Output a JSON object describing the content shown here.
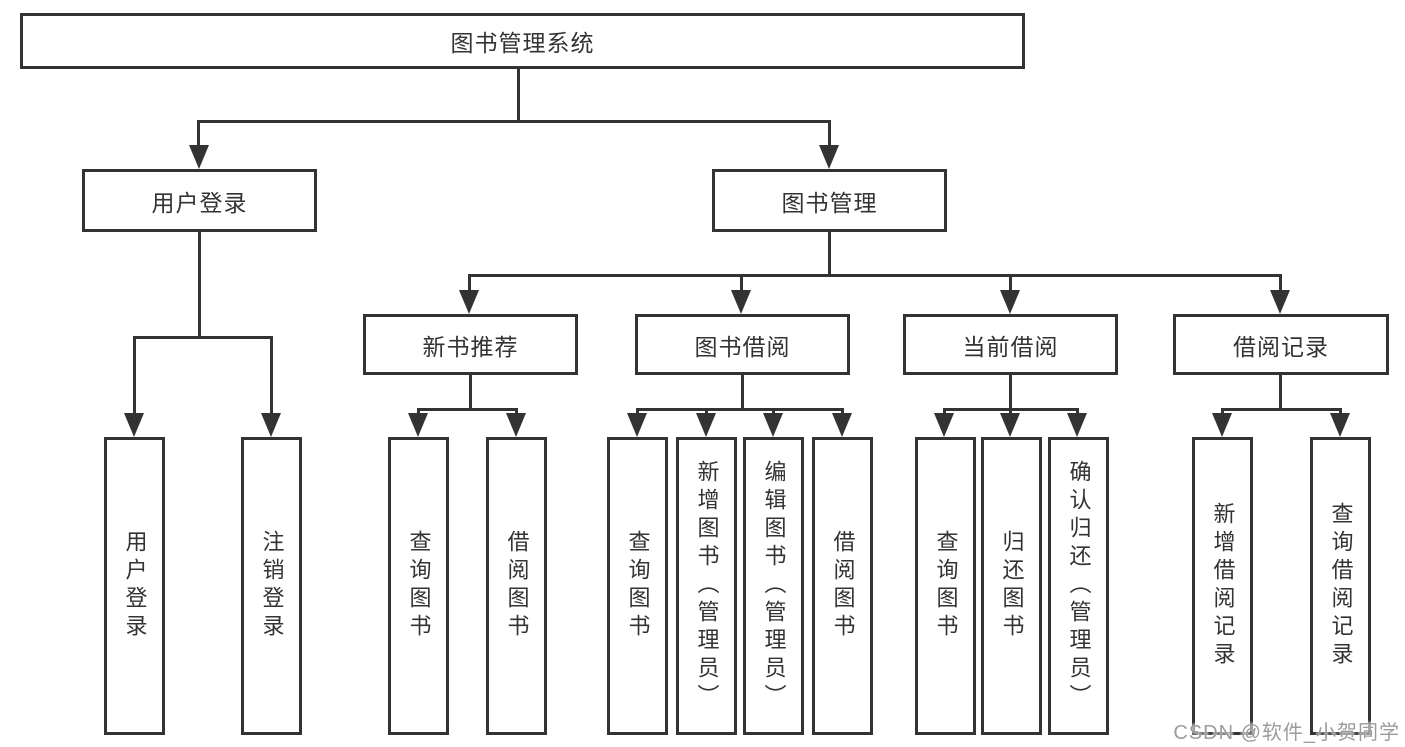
{
  "root": {
    "label": "图书管理系统"
  },
  "branches": [
    {
      "label": "用户登录",
      "children": [
        "用户登录",
        "注销登录"
      ]
    },
    {
      "label": "图书管理"
    }
  ],
  "modules": [
    {
      "label": "新书推荐",
      "children": [
        "查询图书",
        "借阅图书"
      ]
    },
    {
      "label": "图书借阅",
      "children": [
        "查询图书",
        "新增图书（管理员）",
        "编辑图书（管理员）",
        "借阅图书"
      ]
    },
    {
      "label": "当前借阅",
      "children": [
        "查询图书",
        "归还图书",
        "确认归还（管理员）"
      ]
    },
    {
      "label": "借阅记录",
      "children": [
        "新增借阅记录",
        "查询借阅记录"
      ]
    }
  ],
  "watermark": "CSDN @软件_小贺同学",
  "colors": {
    "line": "#333333",
    "box_border": "#333333",
    "box_background": "#ffffff",
    "text": "#333333",
    "watermark": "#9c9c9c"
  }
}
